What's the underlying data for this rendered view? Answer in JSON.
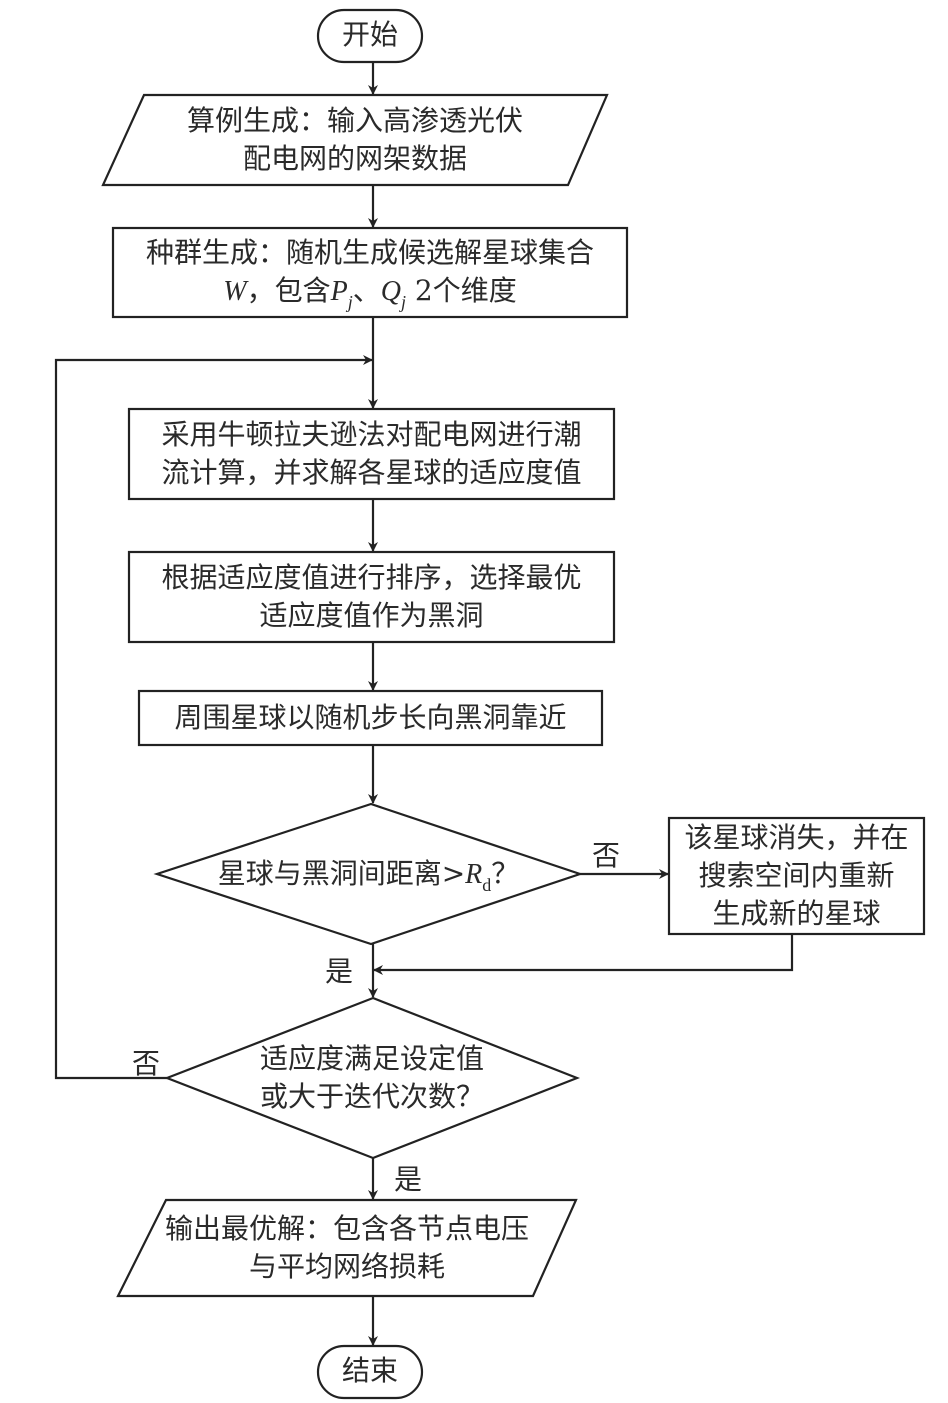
{
  "flowchart": {
    "start": "开始",
    "step1": {
      "line1": "算例生成：输入高渗透光伏",
      "line2": "配电网的网架数据"
    },
    "step2": {
      "line1": "种群生成：随机生成候选解星球集合",
      "line2_w": "W",
      "line2_a": "，包含",
      "line2_p": "P",
      "line2_pj": "j",
      "line2_sep": "、",
      "line2_q": "Q",
      "line2_qj": "j",
      "line2_b": " 2个维度"
    },
    "step3": {
      "line1": "采用牛顿拉夫逊法对配电网进行潮",
      "line2": "流计算，并求解各星球的适应度值"
    },
    "step4": {
      "line1": "根据适应度值进行排序，选择最优",
      "line2": "适应度值作为黑洞"
    },
    "step5": {
      "line1": "周围星球以随机步长向黑洞靠近"
    },
    "decision1": {
      "text": "星球与黑洞间距离>",
      "r": "R",
      "rsub": "d",
      "q": "？"
    },
    "side_step": {
      "line1": "该星球消失，并在",
      "line2": "搜索空间内重新",
      "line3": "生成新的星球"
    },
    "decision2": {
      "line1": "适应度满足设定值",
      "line2": "或大于迭代次数？"
    },
    "output": {
      "line1": "输出最优解：包含各节点电压",
      "line2": "与平均网络损耗"
    },
    "end": "结束",
    "labels": {
      "no1": "否",
      "yes1": "是",
      "no2": "否",
      "yes2": "是"
    }
  }
}
